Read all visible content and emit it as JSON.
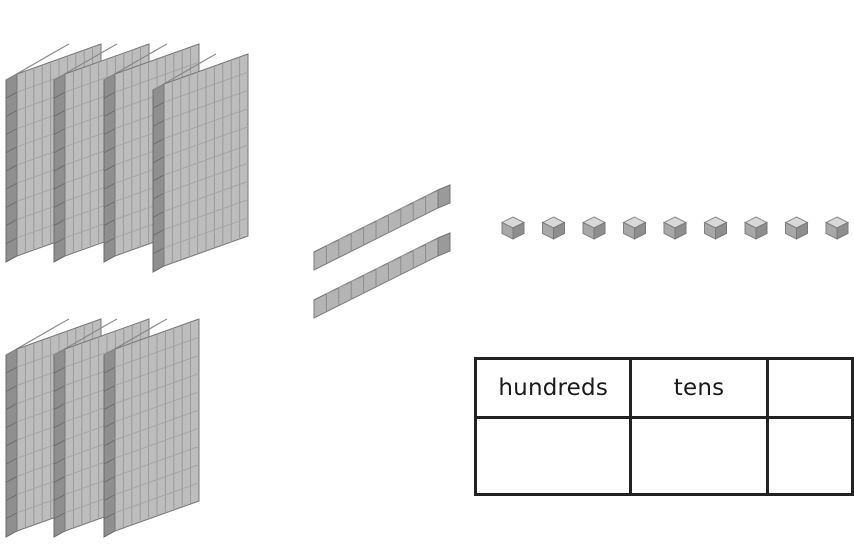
{
  "blocks": {
    "hundreds_flats": 7,
    "tens_rods": 2,
    "ones_cubes": 9,
    "block_color": "#b9b9b9"
  },
  "table": {
    "headers": [
      "hundreds",
      "tens",
      ""
    ],
    "values": [
      "",
      "",
      ""
    ]
  }
}
